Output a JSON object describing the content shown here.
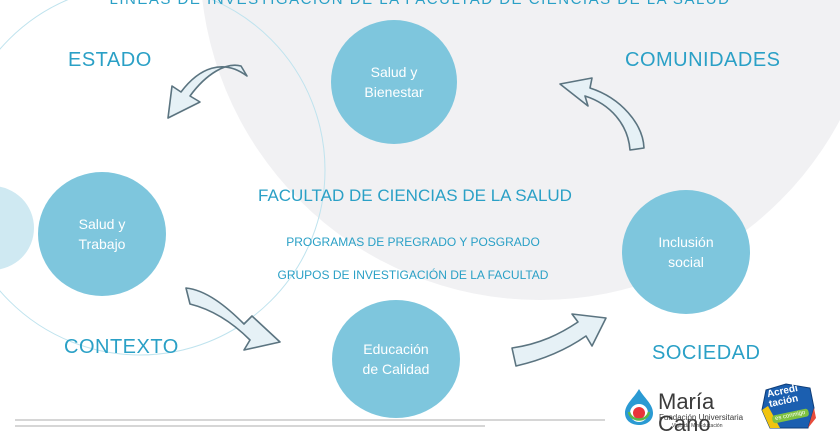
{
  "header": {
    "title": "LÍNEAS DE INVESTIGACIÓN DE LA FACULTAD DE CIENCIAS DE LA SALUD"
  },
  "corner_labels": {
    "estado": "ESTADO",
    "comunidades": "COMUNIDADES",
    "contexto": "CONTEXTO",
    "sociedad": "SOCIEDAD"
  },
  "nodes": {
    "salud_bienestar": [
      "Salud y",
      "Bienestar"
    ],
    "salud_trabajo": [
      "Salud y",
      "Trabajo"
    ],
    "inclusion_social": [
      "Inclusión",
      "social"
    ],
    "educacion_calidad": [
      "Educación",
      "de Calidad"
    ]
  },
  "center": {
    "title": "FACULTAD DE CIENCIAS DE LA SALUD",
    "line1": "PROGRAMAS DE PREGRADO Y POSGRADO",
    "line2": "GRUPOS DE INVESTIGACIÓN DE LA FACULTAD"
  },
  "logo": {
    "name": "María Cano",
    "subtitle": "Fundación Universitaria",
    "tagline": "Vigilada MinEducación"
  },
  "badge": {
    "line1": "Acredi",
    "line2": "tación",
    "line3": "es conmigo"
  },
  "colors": {
    "accent": "#2aa0c6",
    "circle": "#7ec6dd",
    "background_arc": "#f1f1f3",
    "arrow_fill": "#e6f1f6",
    "arrow_stroke": "#5b7480"
  }
}
